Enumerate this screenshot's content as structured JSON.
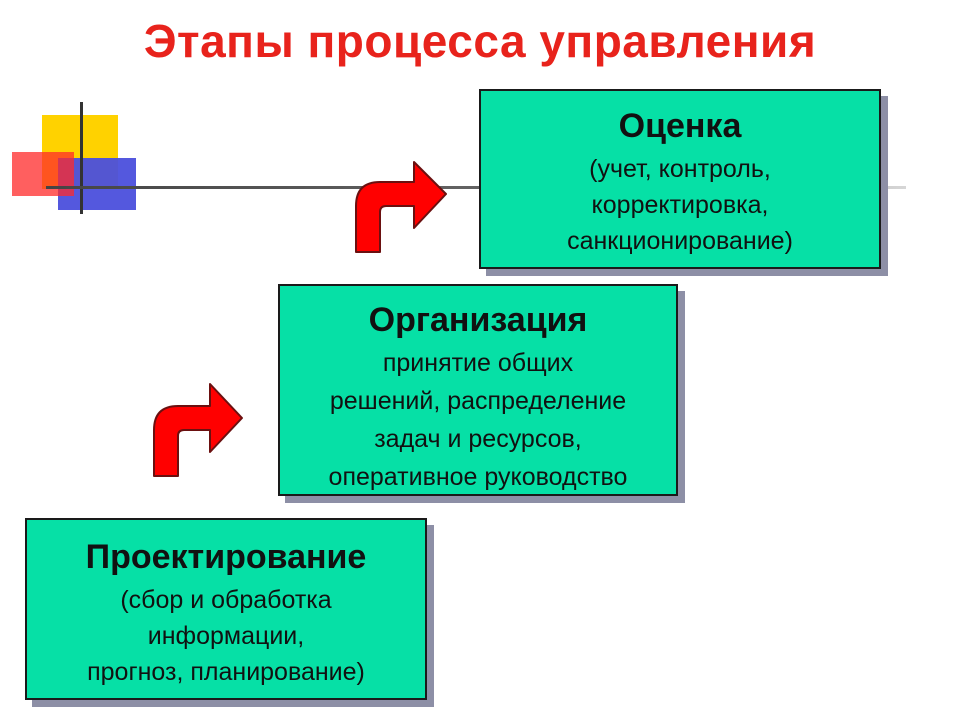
{
  "title": "Этапы процесса управления",
  "stages": {
    "evaluation": {
      "heading": "Оценка",
      "lines": [
        "(учет, контроль,",
        "корректировка,",
        "санкционирование)"
      ]
    },
    "organization": {
      "heading": "Организация",
      "lines": [
        "принятие общих",
        "решений, распределение",
        "задач и ресурсов,",
        "оперативное руководство"
      ]
    },
    "design": {
      "heading": "Проектирование",
      "lines": [
        "(сбор и обработка",
        "информации,",
        "прогноз, планирование)"
      ]
    }
  },
  "colors": {
    "title": "#e8231c",
    "box_fill": "#06e0a6",
    "arrow_fill": "#ff0000"
  }
}
